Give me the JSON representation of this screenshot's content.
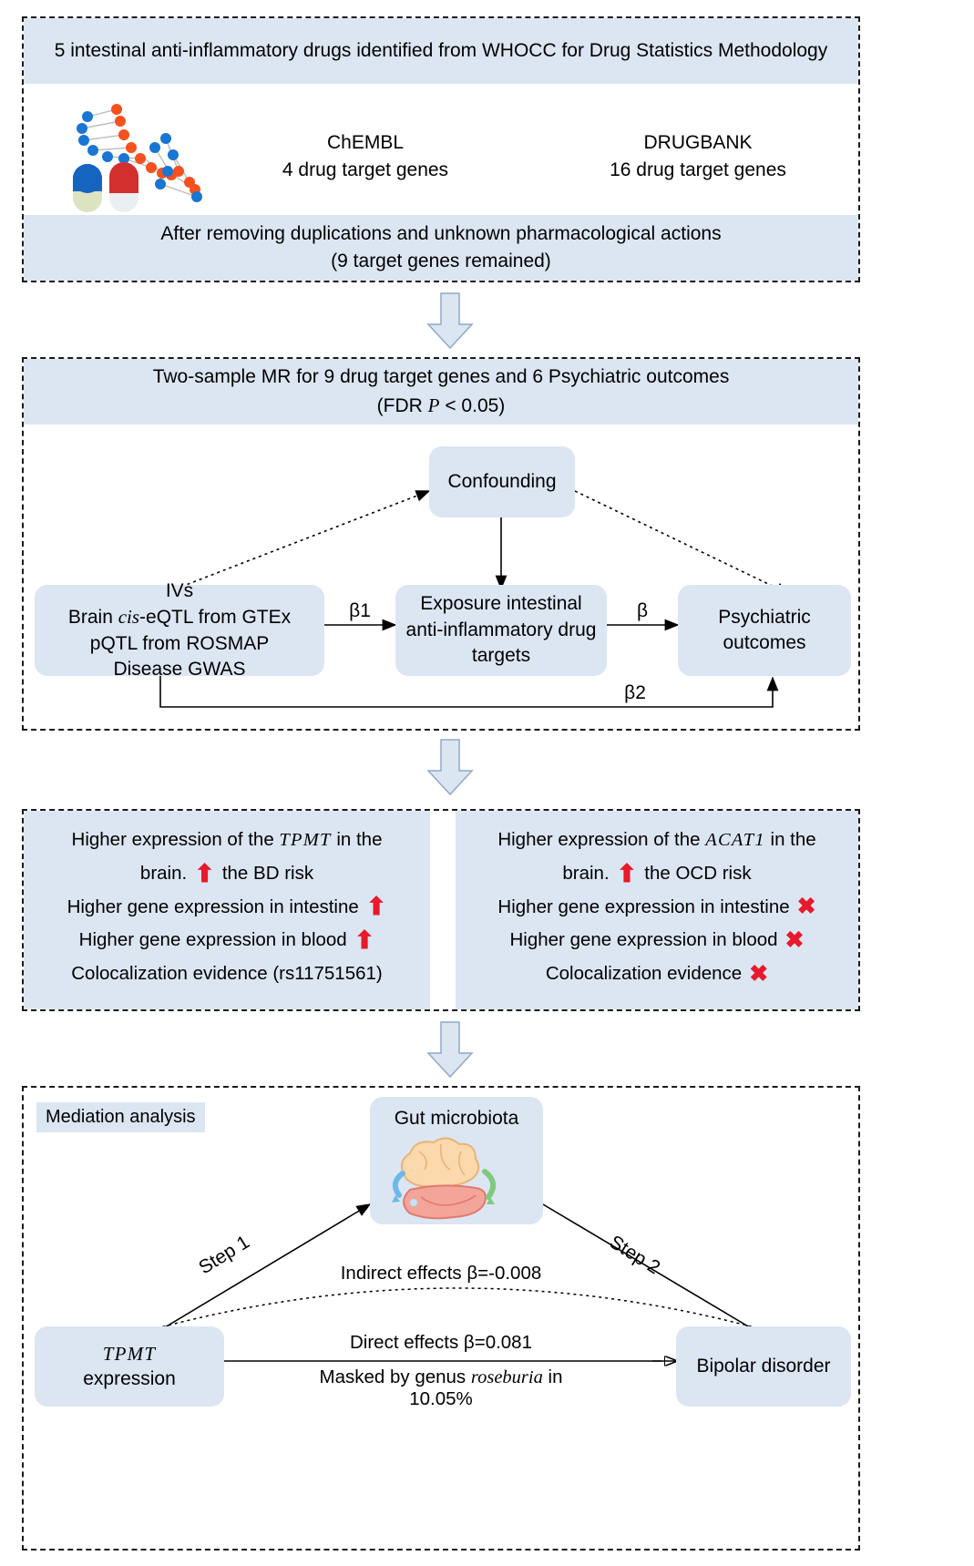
{
  "panel1": {
    "header": "5 intestinal anti-inflammatory drugs identified from WHOCC for Drug Statistics Methodology",
    "icon": "dna-pills-icon",
    "db_left_name": "ChEMBL",
    "db_left_detail": "4 drug target genes",
    "db_right_name": "DRUGBANK",
    "db_right_detail": "16 drug target genes",
    "footer_line1": "After removing duplications and unknown pharmacological actions",
    "footer_line2": "(9 target genes remained)"
  },
  "panel2": {
    "header_line1": "Two-sample MR for 9 drug target genes and 6 Psychiatric outcomes",
    "header_line2_pre": "(FDR ",
    "header_line2_ital": "P",
    "header_line2_post": " < 0.05)",
    "confounding": "Confounding",
    "ivs_title": "IVs",
    "ivs_line2_pre": "Brain ",
    "ivs_line2_ital": "cis",
    "ivs_line2_post": "-eQTL from GTEx",
    "ivs_line3": "pQTL from ROSMAP",
    "ivs_line4": "Disease GWAS",
    "exposure": "Exposure intestinal anti-inflammatory drug targets",
    "outcome": "Psychiatric outcomes",
    "beta1": "β1",
    "beta": "β",
    "beta2": "β2"
  },
  "panel3": {
    "left": {
      "line1_pre": "Higher expression of the ",
      "line1_gene": "TPMT",
      "line1_post": " in the",
      "line2_pre": "brain.",
      "line2_post": "the BD risk",
      "row2": "Higher gene expression in intestine",
      "row3": "Higher gene expression in blood",
      "row4": "Colocalization evidence (rs11751561)",
      "mark2": "⬆",
      "mark3": "⬆"
    },
    "right": {
      "line1_pre": "Higher expression of the ",
      "line1_gene": "ACAT1",
      "line1_post": " in the",
      "line2_pre": "brain.",
      "line2_post": "the OCD risk",
      "row2": "Higher gene expression in intestine",
      "row3": "Higher gene expression in blood",
      "row4": "Colocalization evidence",
      "mark2": "✖",
      "mark3": "✖",
      "mark4": "✖"
    }
  },
  "panel4": {
    "title": "Mediation analysis",
    "gut": "Gut microbiota",
    "gut_icon": "brain-gut-icon",
    "step1": "Step 1",
    "step2": "Step 2",
    "indirect": "Indirect effects β=-0.008",
    "direct": "Direct effects β=0.081",
    "masked_line1_pre": "Masked by genus ",
    "masked_line1_ital": "roseburia",
    "masked_line1_post": " in",
    "masked_line2": "10.05%",
    "tpmt_gene": "TPMT",
    "tpmt_label": "expression",
    "bipolar": "Bipolar disorder"
  },
  "colors": {
    "box_fill": "#dce6f2",
    "arrow_fill": "#dce6f2",
    "arrow_stroke": "#6f8fb5",
    "red": "#e8192c"
  }
}
